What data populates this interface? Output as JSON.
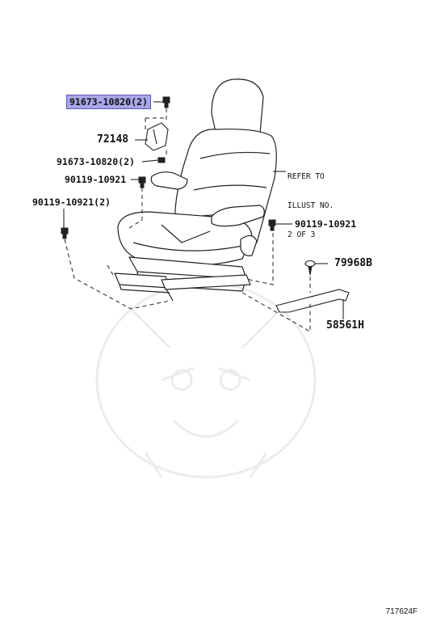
{
  "parts": {
    "p1": {
      "number": "91673-10820",
      "qty": "(2)"
    },
    "p2": {
      "number": "72148"
    },
    "p3": {
      "number": "91673-10820",
      "qty": "(2)"
    },
    "p4": {
      "number": "90119-10921"
    },
    "p5": {
      "number": "90119-10921",
      "qty": "(2)"
    },
    "p6": {
      "number": "90119-10921"
    },
    "p7": {
      "number": "79968B"
    },
    "p8": {
      "number": "58561H"
    }
  },
  "note": {
    "line1": "REFER TO",
    "line2": "ILLUST NO.",
    "line3": "2 OF 3"
  },
  "illustration_id": "717624F",
  "colors": {
    "highlight": "#a9a7e8",
    "stroke": "#222222",
    "watermark": "#eeeeee"
  }
}
